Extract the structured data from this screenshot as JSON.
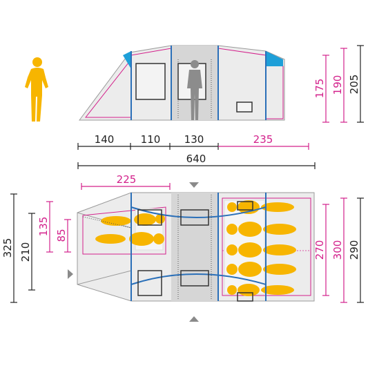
{
  "colors": {
    "black": "#222222",
    "magenta": "#d3208b",
    "blue": "#2a6fb8",
    "cyan": "#1e9fd8",
    "yellow": "#f7b500",
    "tent_fill": "#ececec",
    "tent_stroke": "#9a9a9a",
    "sleeping_pad": "#f5f5f5",
    "person_grey": "#8c8c8c"
  },
  "side_view": {
    "heights": {
      "h175": "175",
      "h190": "190",
      "h205": "205"
    },
    "lengths": {
      "l140": "140",
      "l110": "110",
      "l130": "130",
      "l235": "235",
      "total": "640"
    }
  },
  "floor_plan": {
    "front_depth": "225",
    "left": {
      "h325": "325",
      "h210": "210",
      "h135": "135",
      "h85": "85"
    },
    "right": {
      "h270": "270",
      "h300": "300",
      "h290": "290"
    }
  },
  "icons": {
    "person": "person-silhouette-icon",
    "arrow_down": "arrow-down-icon",
    "arrow_up": "arrow-up-icon",
    "arrow_right": "arrow-right-icon",
    "sleeper": "sleeping-person-icon"
  }
}
